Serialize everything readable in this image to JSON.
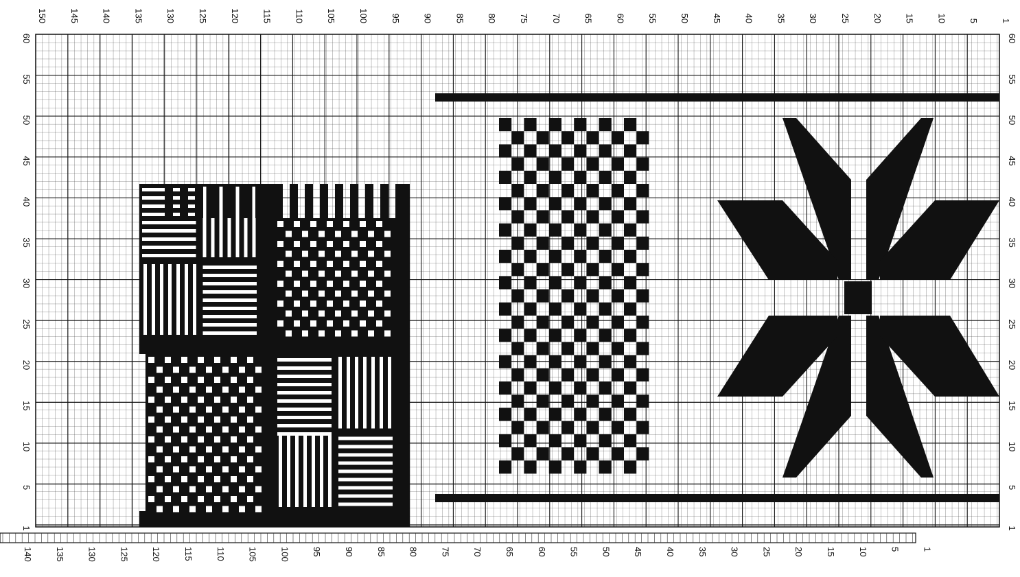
{
  "grid": {
    "columns": 150,
    "rows": 60,
    "column_labels": [
      "150",
      "145",
      "140",
      "135",
      "130",
      "125",
      "120",
      "115",
      "110",
      "105",
      "100",
      "95",
      "90",
      "85",
      "80",
      "75",
      "70",
      "65",
      "60",
      "55",
      "50",
      "45",
      "40",
      "35",
      "30",
      "25",
      "20",
      "15",
      "10",
      "5",
      "1"
    ],
    "row_labels": [
      "60",
      "55",
      "50",
      "45",
      "40",
      "35",
      "30",
      "25",
      "20",
      "15",
      "10",
      "5",
      "1"
    ],
    "ruler_labels": [
      "140",
      "135",
      "130",
      "125",
      "120",
      "115",
      "110",
      "105",
      "100",
      "95",
      "90",
      "85",
      "80",
      "75",
      "70",
      "65",
      "60",
      "55",
      "50",
      "45",
      "40",
      "35",
      "30",
      "25",
      "20",
      "15",
      "10",
      "5",
      "1"
    ]
  },
  "colors": {
    "ink": "#111111",
    "paper": "#ffffff",
    "grid": "#222222"
  },
  "motifs": [
    "basket-weave-block",
    "checkerboard-band",
    "eight-point-star",
    "horizontal-bars"
  ]
}
